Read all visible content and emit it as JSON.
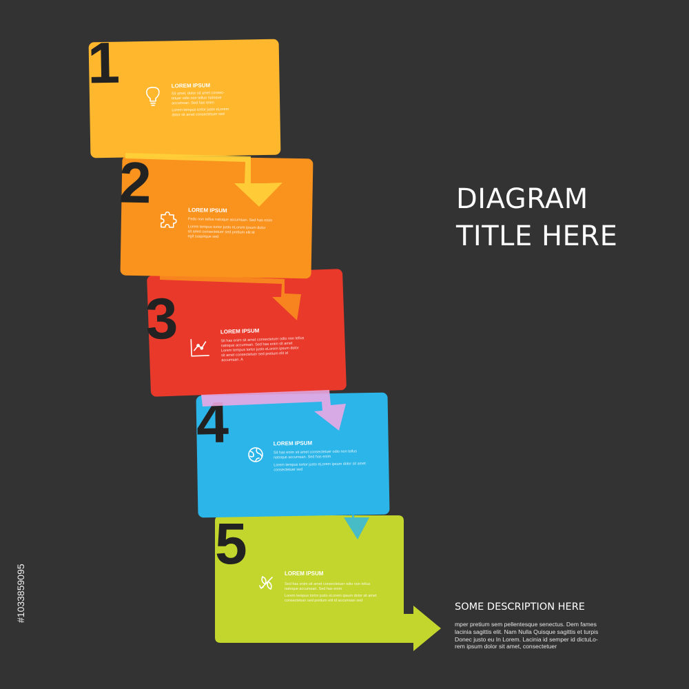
{
  "title": {
    "line1": "DIAGRAM",
    "line2": "TITLE HERE"
  },
  "description": {
    "heading": "SOME DESCRIPTION HERE",
    "lines": [
      "mper pretium sem pellentesque senectus. Dem fames",
      "lacinia sagittis elit. Nam Nulla Quisque sagittis et turpis",
      "Donec justo eu In Lorem. Lacinia id semper id dictuLo-",
      "rem ipsum dolor sit amet, consectetuer"
    ]
  },
  "steps": [
    {
      "number": "1",
      "title": "LOREM IPSUM",
      "color": "#ffb82e",
      "icon": "lightbulb-icon",
      "lines": [
        "Sit amet, dolor sit amet consec-",
        "tetuer odio non tellus natoque",
        "accumsan. Sed has enim",
        "Lorem tempus tortor justo eLorem",
        "dolor sit amet consectetuer sed"
      ]
    },
    {
      "number": "2",
      "title": "LOREM IPSUM",
      "color": "#fa921e",
      "icon": "puzzle-icon",
      "lines": [
        "Fedo non tellus natoque accumsan. Sed has enim",
        "Lorem tempus tortor justo eLorem ipsum dolor",
        "sit amet consectetuer sed pretium elit id",
        "egit suspirque sed"
      ]
    },
    {
      "number": "3",
      "title": "LOREM IPSUM",
      "color": "#e8392b",
      "icon": "chart-icon",
      "lines": [
        "Sit has enim sit amet consectetuer odio non tellus",
        "natoque accumsan. Sed has enim sit amet",
        "Lorem tempus tortor justo eLorem ipsum dolor",
        "sit amet consectetuer sed pretium elit id",
        "accumsan. A"
      ]
    },
    {
      "number": "4",
      "title": "LOREM IPSUM",
      "color": "#2cb5e8",
      "icon": "globe-icon",
      "lines": [
        "Sit has enim sit amet consectetuer odio non tellus",
        "natoque accumsan. Sed has enim",
        "Lorem tempus tortor justo eLorem ipsum dolor sit amet",
        "consectetuer sed"
      ]
    },
    {
      "number": "5",
      "title": "LOREM IPSUM",
      "color": "#c3d62d",
      "icon": "leaves-icon",
      "lines": [
        "Sed has enim sit amet consectetuer odio non tellus",
        "natoque accumsan. Sed has enim",
        "Lorem tempus tortor justo eLorem ipsum dolor sit amet",
        "consectetuer sed pretium elit id accumsan sed"
      ]
    }
  ],
  "stock_id": "#1033859095"
}
